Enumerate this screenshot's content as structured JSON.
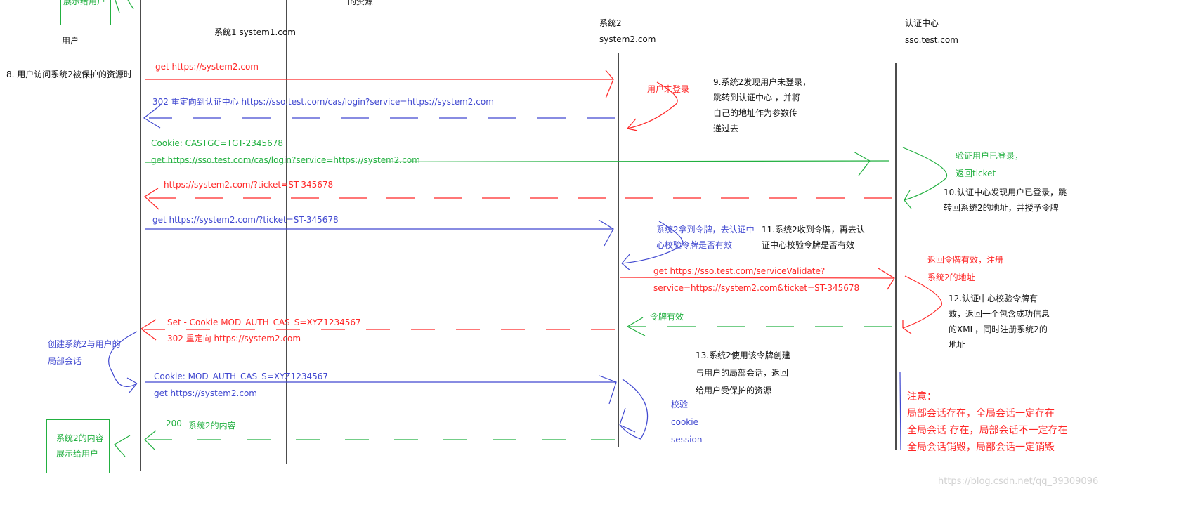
{
  "colors": {
    "red": "#ff2626",
    "blue": "#4048d0",
    "green": "#22b040",
    "black": "#111111"
  },
  "participants": {
    "user": "用户",
    "system1": "系统1 system1.com",
    "system2_name": "系统2",
    "system2_domain": "system2.com",
    "sso_name": "认证中心",
    "sso_domain": "sso.test.com"
  },
  "top_fragments": {
    "box_text": "展示给用户",
    "resource_text": "的资源"
  },
  "steps": {
    "s8": "8. 用户访问系统2被保护的资源时",
    "s9": [
      "9.系统2发现用户未登录，",
      "跳转到认证中心 ，并将",
      "自己的地址作为参数传",
      "递过去"
    ],
    "s10": [
      "10.认证中心发现用户已登录，跳",
      "转回系统2的地址，并授予令牌"
    ],
    "s11": [
      "11.系统2收到令牌，再去认",
      "证中心校验令牌是否有效"
    ],
    "s12": [
      "12.认证中心校验令牌有",
      "效，返回一个包含成功信息",
      "的XML，同时注册系统2的",
      "地址"
    ],
    "s13": [
      "13.系统2使用该令牌创建",
      "与用户的局部会话，返回",
      "给用户受保护的资源"
    ]
  },
  "messages": {
    "m1": "get  https://system2.com",
    "m2": "302 重定向到认证中心 https://sso.test.com/cas/login?service=https://system2.com",
    "m3a": "Cookie: CASTGC=TGT-2345678",
    "m3b": "get   https://sso.test.com/cas/login?service=https://system2.com",
    "m4": "https://system2.com/?ticket=ST-345678",
    "m5": "get   https://system2.com/?ticket=ST-345678",
    "m6a": "get   https://sso.test.com/serviceValidate?",
    "m6b": "service=https://system2.com&ticket=ST-345678",
    "m7": "令牌有效",
    "m8a": "Set - Cookie  MOD_AUTH_CAS_S=XYZ1234567",
    "m8b": "302 重定向  https://system2.com",
    "m9a": "Cookie: MOD_AUTH_CAS_S=XYZ1234567",
    "m9b": "get  https://system2.com",
    "m10a": "200",
    "m10b": "系统2的内容"
  },
  "loops": {
    "not_logged_in": "用户未登录",
    "sso_verified": [
      "验证用户已登录，",
      "返回ticket"
    ],
    "sys2_validate": [
      "系统2拿到令牌，去认证中",
      "心校验令牌是否有效"
    ],
    "sso_return": [
      "返回令牌有效，注册",
      "系统2的地址"
    ],
    "create_session": [
      "创建系统2与用户的",
      "局部会话"
    ],
    "check": [
      "校验",
      "cookie",
      "session"
    ]
  },
  "result_box": [
    "系统2的内容",
    "展示给用户"
  ],
  "note": {
    "title": "注意：",
    "lines": [
      "局部会话存在，全局会话一定存在",
      "全局会话 存在，局部会话不一定存在",
      "全局会话销毁，局部会话一定销毁"
    ]
  },
  "watermark": "https://blog.csdn.net/qq_39309096"
}
